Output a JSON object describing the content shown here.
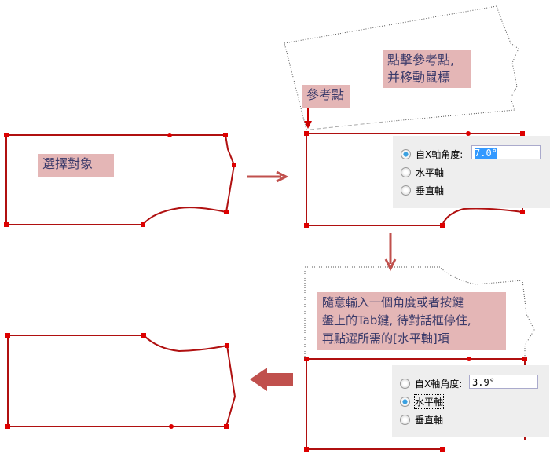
{
  "steps": {
    "select_object": "選擇對象",
    "click_reference": [
      "點擊參考點,",
      "并移動鼠標"
    ],
    "reference_point": "參考點",
    "instruction": [
      "隨意輸入一個角度或者按鍵",
      "盤上的Tab鍵, 待對話框停住,",
      "再點選所需的[水平軸]項"
    ]
  },
  "dialog1": {
    "options": [
      "自X軸角度:",
      "水平軸",
      "垂直軸"
    ],
    "selected": 0,
    "angle_value": "7.0°"
  },
  "dialog2": {
    "options": [
      "自X軸角度:",
      "水平軸",
      "垂直軸"
    ],
    "selected": 1,
    "angle_value": "3.9°"
  },
  "colors": {
    "outline": "#b01010",
    "label_bg": "#e4b6b6",
    "arrow": "#c0504d"
  }
}
